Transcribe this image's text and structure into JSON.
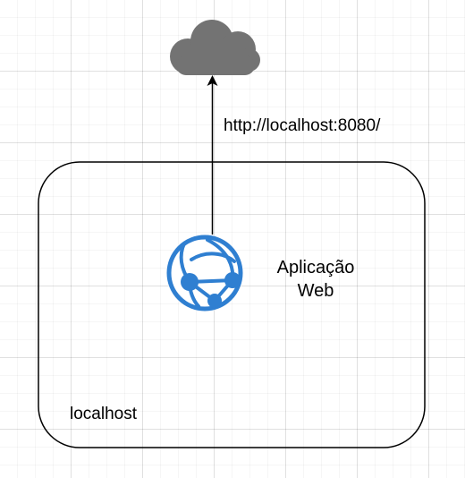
{
  "diagram": {
    "connection_label": "http://localhost:8080/",
    "app_label": "Aplicação Web",
    "container_label": "localhost",
    "icons": {
      "cloud": "cloud-icon",
      "web_app": "web-app-globe-icon"
    },
    "colors": {
      "cloud": "#737373",
      "web_app": "#2f7fd1",
      "stroke": "#000000"
    }
  }
}
